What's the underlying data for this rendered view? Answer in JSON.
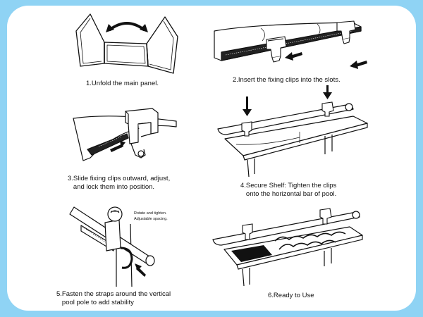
{
  "steps": [
    {
      "n": 1,
      "caption": "1.Unfold the main panel."
    },
    {
      "n": 2,
      "caption": "2.Insert the fixing clips into the slots."
    },
    {
      "n": 3,
      "caption": "3.Slide fixing clips outward, adjust,\n   and lock them into position."
    },
    {
      "n": 4,
      "caption": "4.Secure Shelf: Tighten the clips\n   onto the horizontal bar of pool."
    },
    {
      "n": 5,
      "caption": "5.Fasten the straps around the vertical\n   pool pole to add stability"
    },
    {
      "n": 6,
      "caption": "6.Ready to Use"
    }
  ],
  "step5_notes": {
    "line1": "Rotate and tighten.",
    "line2": "Adjustable spacing."
  },
  "colors": {
    "background": "#8fd3f4",
    "card": "#ffffff",
    "ink": "#111111"
  }
}
